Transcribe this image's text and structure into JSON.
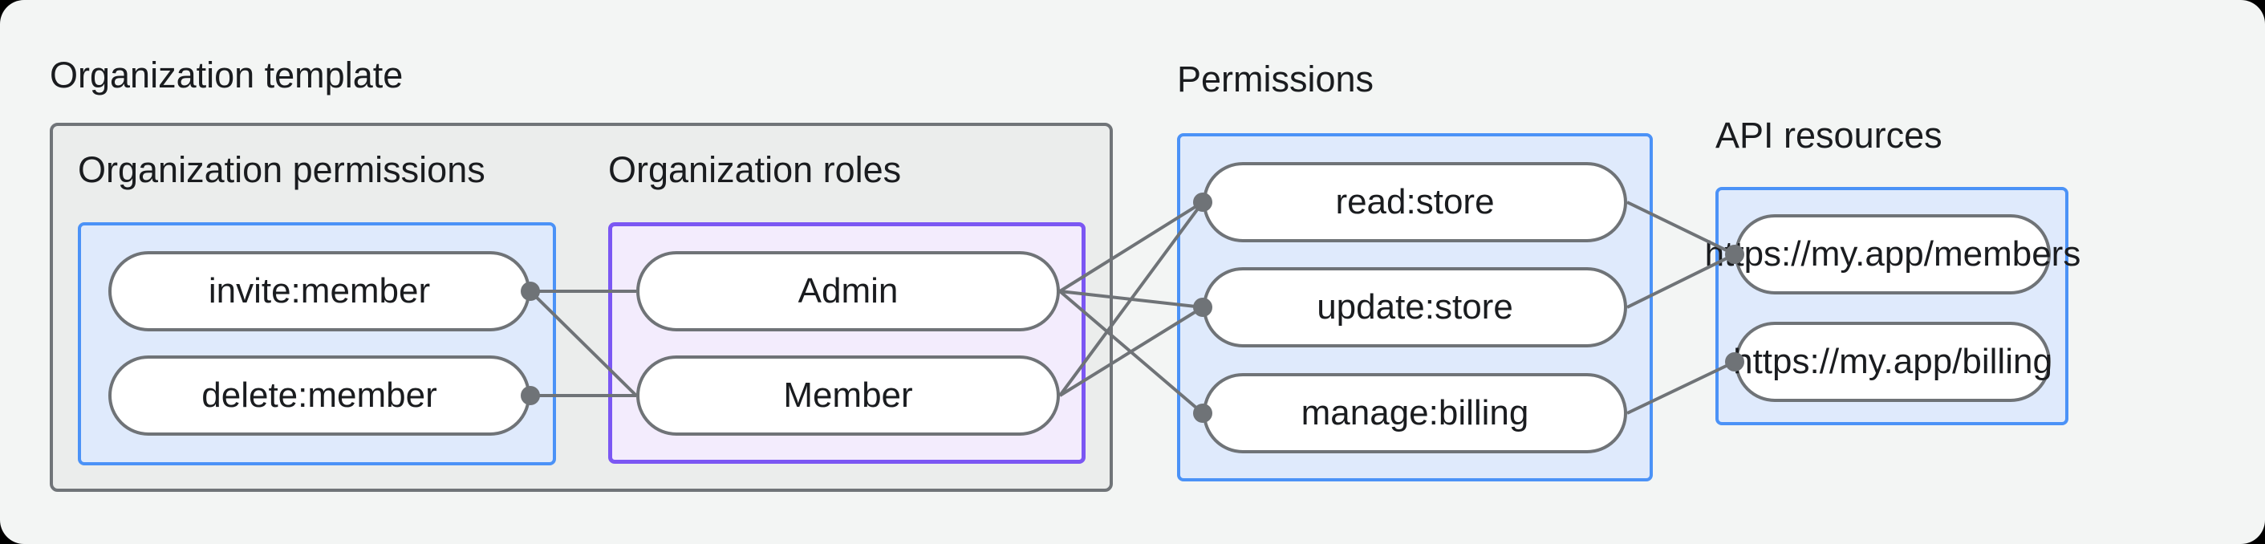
{
  "title": "Organization template",
  "sections": {
    "org_permissions": {
      "label": "Organization permissions",
      "pills": [
        "invite:member",
        "delete:member"
      ]
    },
    "org_roles": {
      "label": "Organization roles",
      "pills": [
        "Admin",
        "Member"
      ]
    },
    "permissions": {
      "label": "Permissions",
      "pills": [
        "read:store",
        "update:store",
        "manage:billing"
      ]
    },
    "api_resources": {
      "label": "API resources",
      "pills": [
        "https://my.app/members",
        "https://my.app/billing"
      ]
    }
  },
  "edges": [
    [
      "invite:member",
      "Admin"
    ],
    [
      "invite:member",
      "Member"
    ],
    [
      "delete:member",
      "Member"
    ],
    [
      "Admin",
      "read:store"
    ],
    [
      "Admin",
      "update:store"
    ],
    [
      "Admin",
      "manage:billing"
    ],
    [
      "Member",
      "read:store"
    ],
    [
      "Member",
      "update:store"
    ],
    [
      "read:store",
      "https://my.app/members"
    ],
    [
      "update:store",
      "https://my.app/members"
    ],
    [
      "manage:billing",
      "https://my.app/billing"
    ]
  ],
  "junction_dots": [
    "invite:member",
    "delete:member",
    "read:store",
    "update:store",
    "manage:billing",
    "https://my.app/members",
    "https://my.app/billing"
  ],
  "colors": {
    "connector": "#6f7377",
    "blue_border": "#4b92f7",
    "blue_fill": "#dfeafc",
    "purple_border": "#7b57f3",
    "purple_fill": "#f3ecfd",
    "gray_fill": "#ebedec",
    "gray_border": "#707478",
    "text": "#1a1c1f",
    "canvas": "#f3f5f4"
  }
}
